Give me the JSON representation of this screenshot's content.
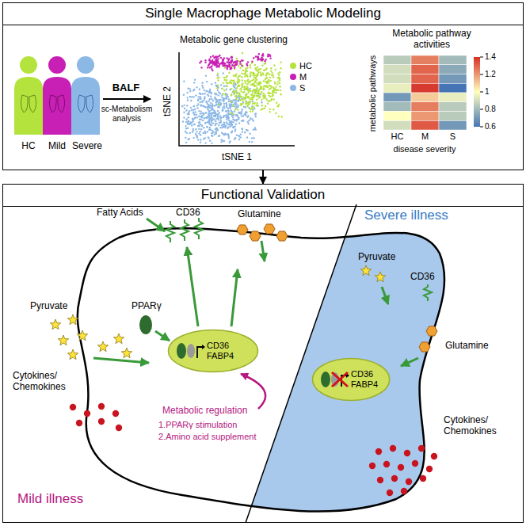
{
  "diagram": {
    "nodes": [
      {
        "text": [
          "Single Macrophage Metabolic Modeling"
        ]
      },
      {
        "text": [
          "Functional Validation"
        ]
      },
      {
        "text": [
          "CD36 FABP4"
        ],
        "in": 1
      },
      {
        "text": [
          "CD36 FABP4"
        ],
        "in": 1
      }
    ],
    "edges": [
      {
        "from": 0,
        "to": 1,
        "arrow": "to"
      }
    ],
    "labels": [
      "Metabolic gene clustering",
      "Metabolic pathway activities",
      "HC",
      "Mild",
      "Severe",
      "BALF",
      "sc-Metabolism analysis",
      "tSNE 2",
      "tSNE 1",
      "metabolic pathways",
      "HC",
      "M",
      "S",
      "disease severity",
      "1.4",
      "1.2",
      "1",
      "0.8",
      "0.6",
      "Fatty Acids",
      "CD36",
      "Glutamine",
      "Pyruvate",
      "PPARγ",
      "Metabolic regulation",
      "1.PPARγ stimulation",
      "2.Amino acid supplement",
      "Cytokines/ Chemokines",
      "Mild illness",
      "Severe illness",
      "Pyruvate",
      "CD36",
      "Glutamine",
      "Cytokines/ Chemokines"
    ],
    "legend": [
      {
        "text": "HC",
        "color": "#b5e33d"
      },
      {
        "text": "M",
        "color": "#c81fb5"
      },
      {
        "text": "S",
        "color": "#8cb8e6"
      }
    ]
  }
}
